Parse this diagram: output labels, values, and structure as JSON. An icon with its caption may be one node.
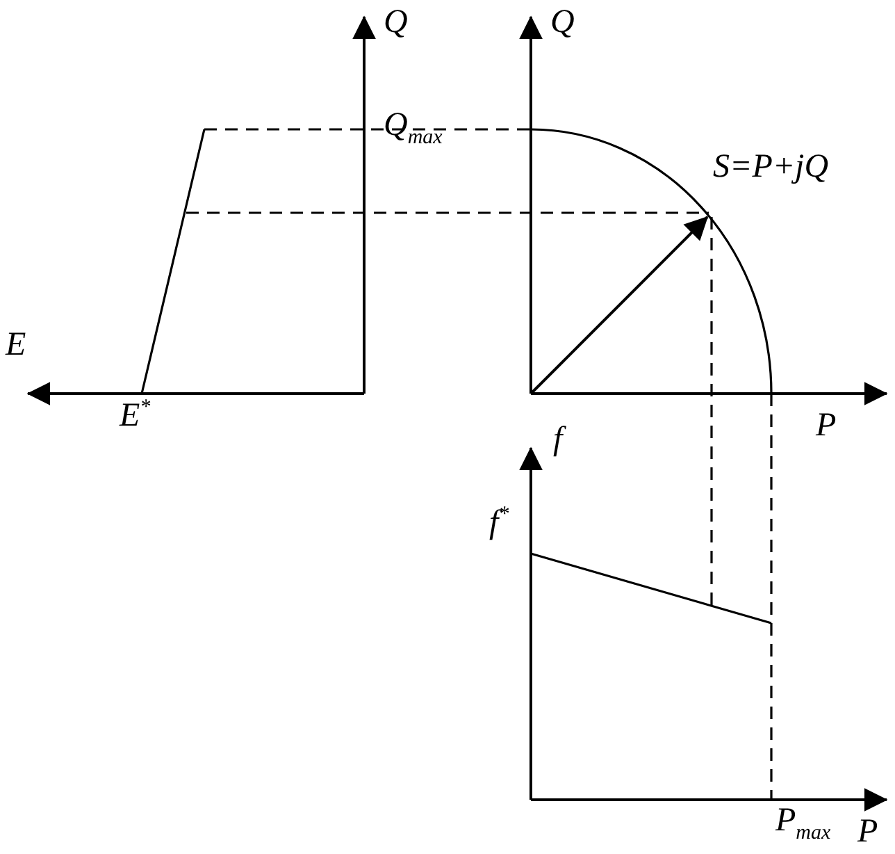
{
  "diagram": {
    "labels": [
      "Q",
      "Q",
      "Q$_{max}$",
      "S=P+jQ",
      "E",
      "P",
      "E$^{*}$",
      "f",
      "f$^{*}$",
      "P",
      "P$_{max}$"
    ]
  }
}
